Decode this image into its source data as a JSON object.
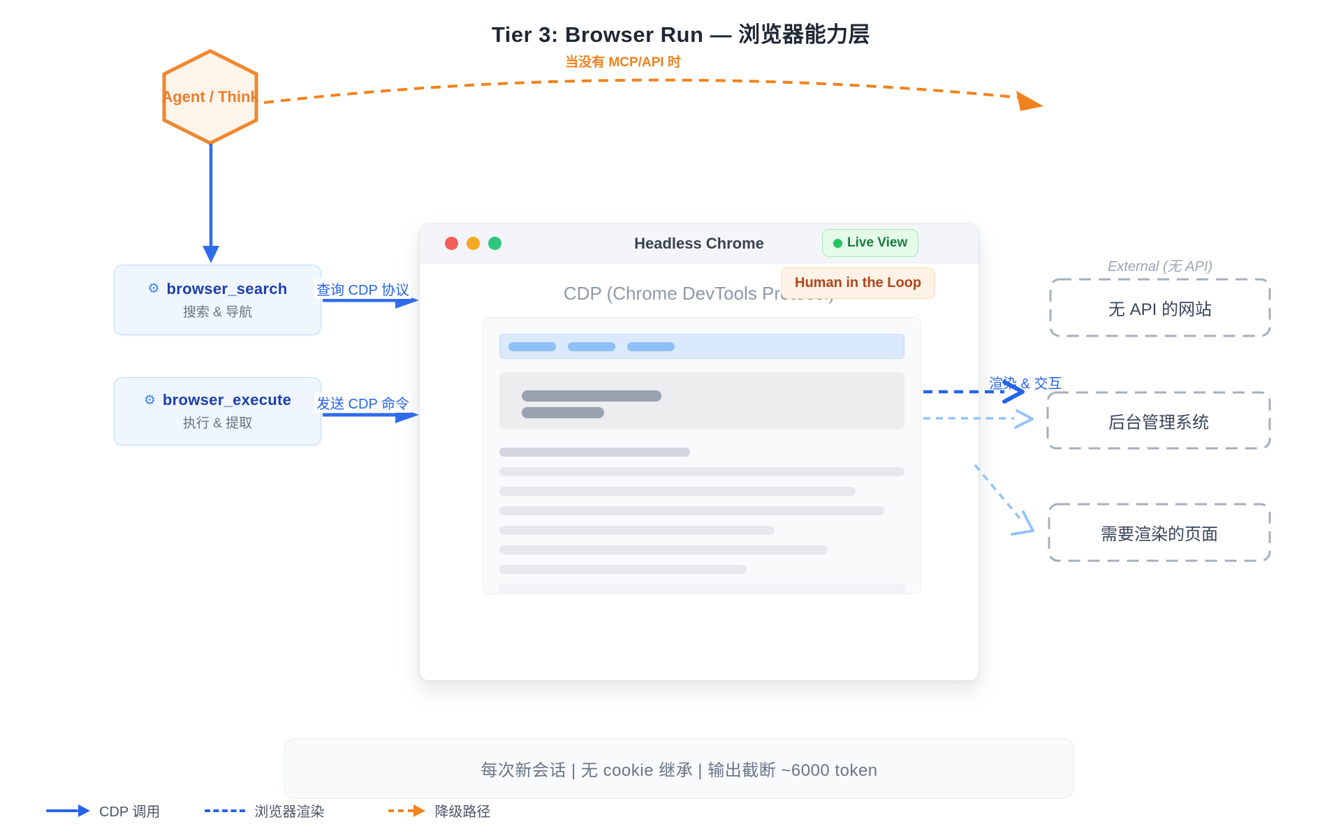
{
  "title": "Tier 3: Browser Run — 浏览器能力层",
  "degrade_condition_label": "当没有 MCP/API 时",
  "agent_node": "Agent / Think",
  "glyphs": {
    "gear": "⚙"
  },
  "tools": [
    {
      "icon": "gear-icon",
      "name": "browser_search",
      "desc": "搜索 & 导航",
      "arrow_label": "查询 CDP 协议"
    },
    {
      "icon": "gear-icon",
      "name": "browser_execute",
      "desc": "执行 & 提取",
      "arrow_label": "发送 CDP 命令"
    }
  ],
  "browser_window": {
    "title": "Headless Chrome",
    "live_view": "Live View",
    "hitl": "Human in the Loop",
    "protocol_caption": "CDP (Chrome DevTools Protocol)"
  },
  "right_column": {
    "group_label": "External (无 API)",
    "render_label": "渲染 & 交互",
    "boxes": [
      "无 API 的网站",
      "后台管理系统",
      "需要渲染的页面"
    ]
  },
  "footer_note": "每次新会话 | 无 cookie 继承 | 输出截断 ~6000 token",
  "legend": {
    "cdp_call": "CDP 调用",
    "browser_render": "浏览器渲染",
    "degrade_path": "降级路径"
  },
  "colors": {
    "orange": "#F0821E",
    "blue": "#2563EB",
    "light_blue": "#94C3FA",
    "tool_title_blue": "#1C3FAE",
    "live_badge_text": "#1E7B40",
    "live_badge_bg": "#E4FBEA",
    "hitl_text": "#B2451C",
    "hitl_bg": "#FEF3E6",
    "box_text": "#39455A",
    "muted_text": "#6B7280"
  }
}
